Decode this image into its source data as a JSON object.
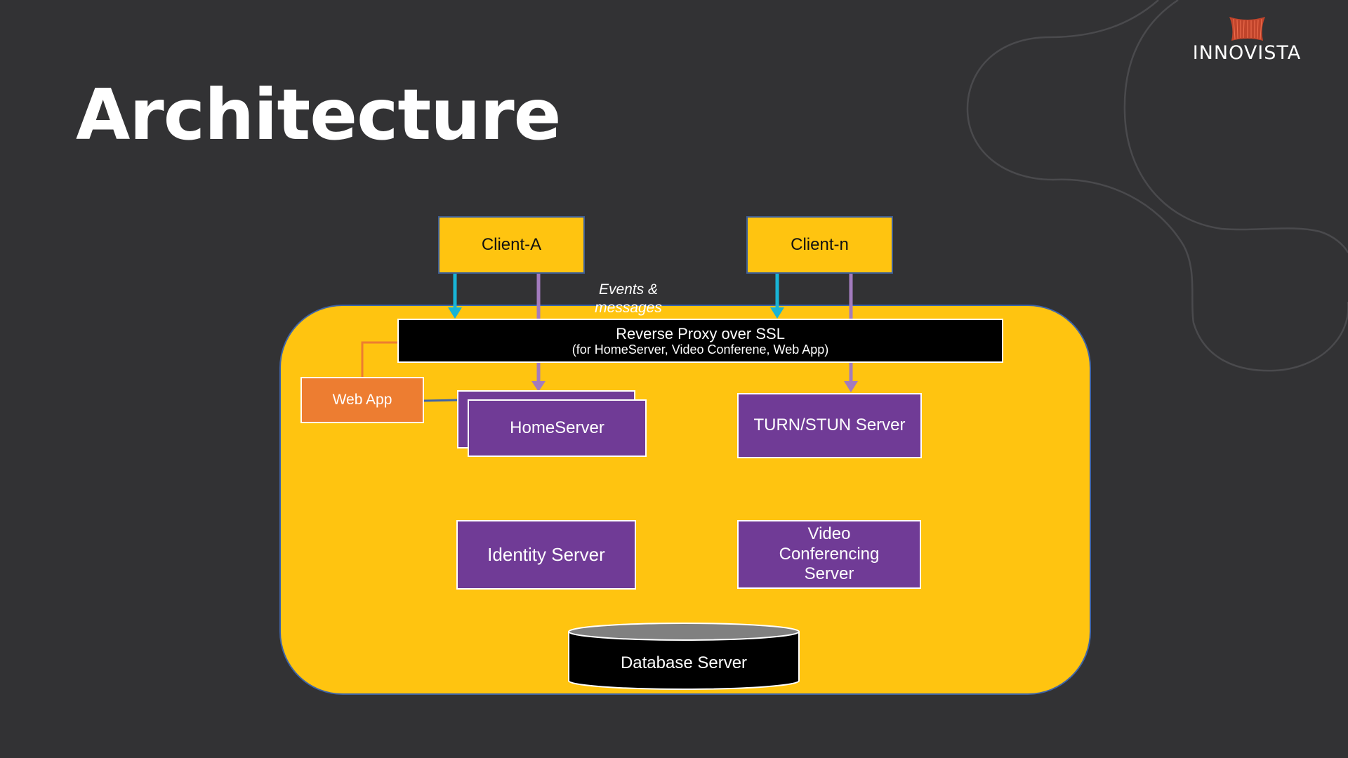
{
  "slide": {
    "title": "Architecture",
    "brand": {
      "name": "INNOVISTA",
      "icon": "innovista-logo-icon",
      "accent": "#E0522C"
    }
  },
  "diagram": {
    "clients": [
      {
        "label": "Client-A"
      },
      {
        "label": "Client-n"
      }
    ],
    "annotation": {
      "line1": "Events &",
      "line2": "messages"
    },
    "reverse_proxy": {
      "title": "Reverse Proxy over SSL",
      "subtitle": "(for HomeServer, Video Conferene, Web App)"
    },
    "web_app": {
      "label": "Web App"
    },
    "servers": {
      "homeserver": "HomeServer",
      "turn_stun": "TURN/STUN Server",
      "identity": "Identity Server",
      "video_conferencing": {
        "line1": "Video",
        "line2": "Conferencing",
        "line3": "Server"
      }
    },
    "database": {
      "label": "Database Server"
    },
    "colors": {
      "container": "#FFC410",
      "server": "#703B96",
      "web_app": "#ED7D31",
      "proxy": "#000000",
      "cyan_arrow": "#18B4D6",
      "purple_arrow": "#A37BBE",
      "database_top": "#808080"
    }
  }
}
